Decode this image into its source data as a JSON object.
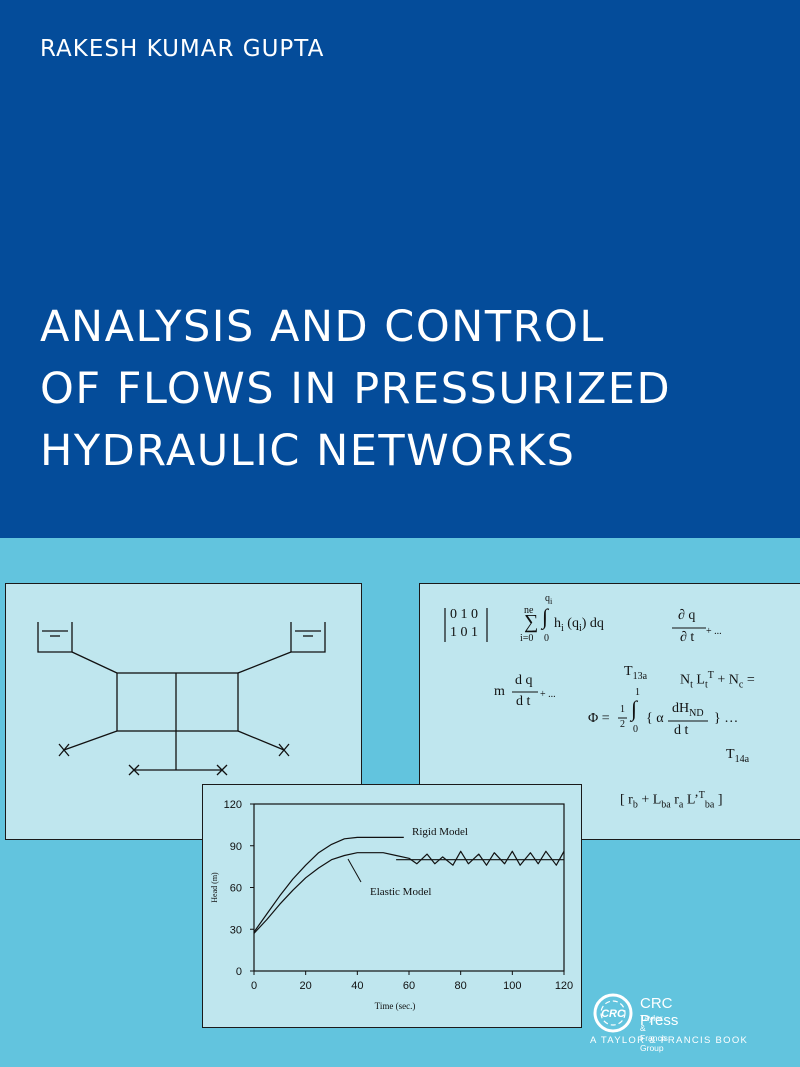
{
  "author": "RAKESH KUMAR GUPTA",
  "title_lines": [
    "ANALYSIS AND CONTROL",
    "OF FLOWS IN PRESSURIZED",
    "HYDRAULIC NETWORKS"
  ],
  "equations": {
    "matrix_row1": "0 1 0",
    "matrix_row2": "1 0 1",
    "sum_upper": "ne",
    "sum_lower": "i=0",
    "sum_sign": "∑",
    "int_upper": "q",
    "int_upper_sub": "i",
    "int_lower": "0",
    "int_sign": "∫",
    "sum_body": "h",
    "sum_body_sub": "i",
    "sum_body_rest": "(q",
    "sum_body_rest_sub": "i",
    "sum_body_tail": ") dq",
    "dq_num": "∂ q",
    "dq_den": "∂ t",
    "dq_tail": "+ ...",
    "t13": "T",
    "t13_sub": "13a",
    "nt_a": "N",
    "nt_a_sub": "t",
    "nt_b": " L",
    "nt_b_sub": "t",
    "nt_b_sup": "T",
    "nt_c": " + N",
    "nt_c_sub": "c",
    "nt_d": " =",
    "m_prefix": "m",
    "m_num": "d q",
    "m_den": "d t",
    "m_tail": "+ ...",
    "phi_prefix": "Φ =",
    "phi_half_num": "1",
    "phi_half_den": "2",
    "phi_int_upper": "1",
    "phi_int_lower": "0",
    "phi_int_sign": "∫",
    "phi_open": "{ α",
    "phi_num": "dH",
    "phi_num_sub": "ND",
    "phi_den": "d t",
    "phi_tail": "} …",
    "t14": "T",
    "t14_sub": "14a",
    "rb_a": "[ r",
    "rb_a_sub": "b",
    "rb_b": " + L",
    "rb_b_sub": "ba",
    "rb_c": " r",
    "rb_c_sub": "a",
    "rb_d": " L’",
    "rb_d_sup": "T",
    "rb_d_sub": "ba",
    "rb_e": " ]"
  },
  "chart_data": {
    "type": "line",
    "xlabel": "Time (sec.)",
    "ylabel": "Head (m)",
    "xlim": [
      0,
      120
    ],
    "ylim": [
      0,
      120
    ],
    "xticks": [
      0,
      20,
      40,
      60,
      80,
      100,
      120
    ],
    "yticks": [
      0,
      30,
      60,
      90,
      120
    ],
    "grid": false,
    "series": [
      {
        "name": "Rigid Model",
        "x": [
          0,
          5,
          10,
          15,
          20,
          25,
          30,
          35,
          40,
          45,
          50,
          55,
          58
        ],
        "y": [
          28,
          41,
          54,
          66,
          76,
          85,
          91,
          95,
          96,
          96,
          96,
          96,
          96
        ]
      },
      {
        "name": "Elastic Model",
        "x": [
          0,
          5,
          10,
          15,
          20,
          25,
          30,
          35,
          40,
          45,
          50,
          55,
          60,
          63,
          67,
          70,
          73,
          77,
          80,
          83,
          87,
          90,
          93,
          97,
          100,
          103,
          107,
          110,
          113,
          117,
          120
        ],
        "y": [
          27,
          37,
          48,
          58,
          67,
          74,
          80,
          83,
          85,
          85,
          85,
          83,
          81,
          77,
          84,
          77,
          82,
          76,
          86,
          77,
          84,
          76,
          85,
          77,
          86,
          76,
          85,
          77,
          86,
          76,
          86
        ]
      },
      {
        "name": "",
        "x": [
          55,
          120
        ],
        "y": [
          80,
          80
        ]
      }
    ]
  },
  "publisher": {
    "logo_text": "CRC",
    "name": "CRC Press",
    "group": "Taylor & Francis Group",
    "tagline": "A TAYLOR & FRANCIS BOOK"
  },
  "colors": {
    "top_band": "#044c9a",
    "bottom_band": "#62c4de",
    "panel": "#bfe6ee",
    "text_light": "#ffffff"
  }
}
